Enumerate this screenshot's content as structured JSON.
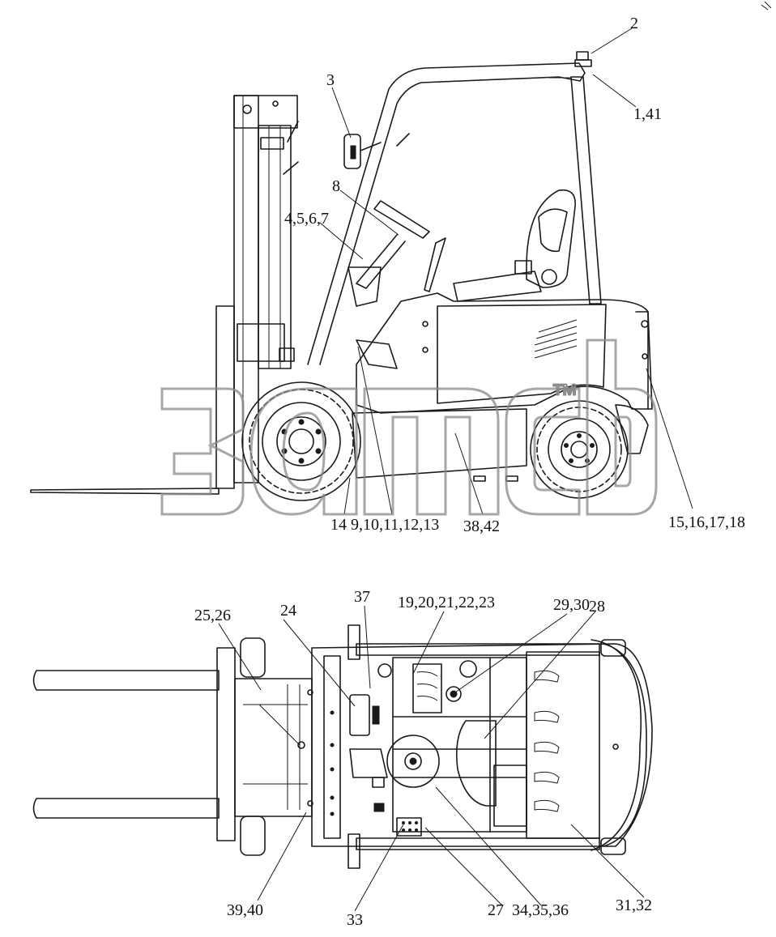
{
  "side_view": {
    "callouts": [
      "2",
      "1,41",
      "3",
      "8",
      "4,5,6,7",
      "14",
      "9,10,11,12,13",
      "38,42",
      "15,16,17,18"
    ]
  },
  "top_view": {
    "callouts": [
      "25,26",
      "24",
      "37",
      "19,20,21,22,23",
      "29,30",
      "28",
      "39,40",
      "33",
      "27",
      "34,35,36",
      "31,32"
    ]
  },
  "watermark": {
    "trademark": "™"
  }
}
